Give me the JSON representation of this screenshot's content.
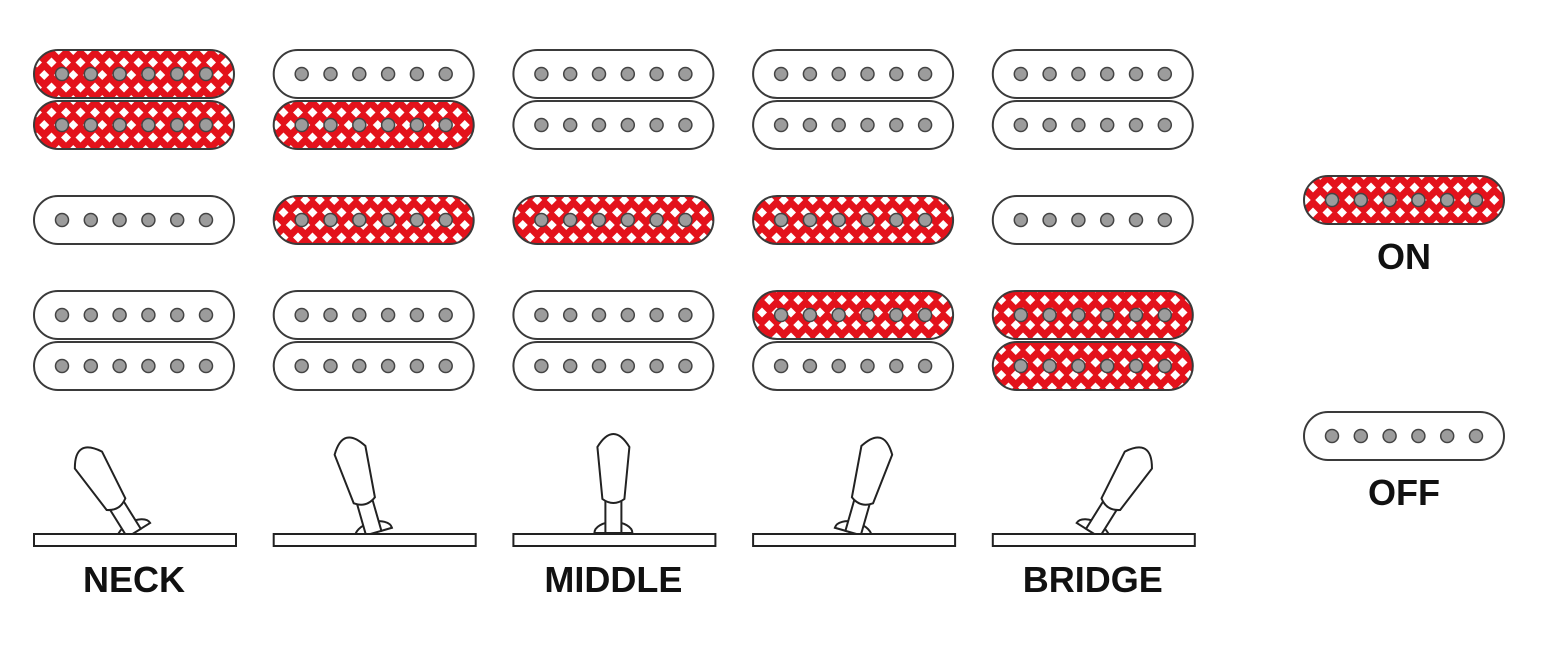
{
  "colors": {
    "on_fill": "#e3121b",
    "on_pattern": "#ffffff",
    "off_fill": "#ffffff",
    "outline": "#3a3a3a",
    "pole": "#9c9c9c"
  },
  "positions": [
    {
      "label": "NECK",
      "lever_angle_deg": -32,
      "pickups": {
        "neck": [
          "on",
          "on"
        ],
        "middle": [
          "off"
        ],
        "bridge": [
          "off",
          "off"
        ]
      }
    },
    {
      "label": "",
      "lever_angle_deg": -16,
      "pickups": {
        "neck": [
          "off",
          "on"
        ],
        "middle": [
          "on"
        ],
        "bridge": [
          "off",
          "off"
        ]
      }
    },
    {
      "label": "MIDDLE",
      "lever_angle_deg": 0,
      "pickups": {
        "neck": [
          "off",
          "off"
        ],
        "middle": [
          "on"
        ],
        "bridge": [
          "off",
          "off"
        ]
      }
    },
    {
      "label": "",
      "lever_angle_deg": 16,
      "pickups": {
        "neck": [
          "off",
          "off"
        ],
        "middle": [
          "on"
        ],
        "bridge": [
          "on",
          "off"
        ]
      }
    },
    {
      "label": "BRIDGE",
      "lever_angle_deg": 32,
      "pickups": {
        "neck": [
          "off",
          "off"
        ],
        "middle": [
          "off"
        ],
        "bridge": [
          "on",
          "on"
        ]
      }
    }
  ],
  "legend": {
    "on_label": "ON",
    "off_label": "OFF"
  }
}
